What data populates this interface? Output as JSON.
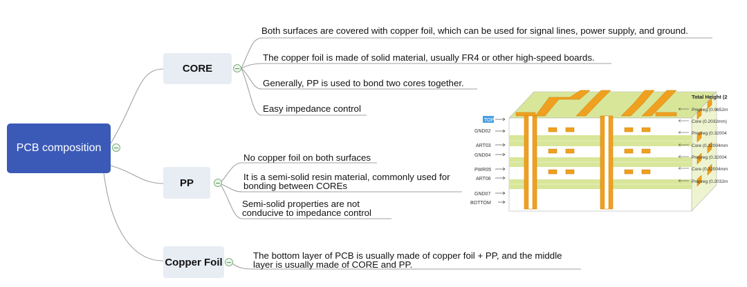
{
  "root": {
    "label": "PCB composition"
  },
  "branches": [
    {
      "label": "CORE",
      "items": [
        "Both surfaces are covered with copper foil, which can be used for signal lines, power supply, and ground.",
        "The copper foil is made of solid material, usually FR4 or other high-speed boards.",
        "Generally, PP is used to bond two cores together.",
        "Easy impedance control"
      ]
    },
    {
      "label": "PP",
      "items": [
        "No copper foil on both surfaces",
        "It is a semi-solid resin material, commonly used for\nbonding between COREs",
        "Semi-solid properties are not\nconducive to impedance control"
      ]
    },
    {
      "label": "Copper Foil",
      "items": [
        "The bottom layer of PCB is usually made of copper foil + PP, and the middle\nlayer is usually made of CORE and PP."
      ]
    }
  ],
  "stackup": {
    "total_height_label": "Total Height (2",
    "left_labels": [
      "TOP",
      "GND02",
      "ART03",
      "GND04",
      "PWR05",
      "ART06",
      "GND07",
      "BOTTOM"
    ],
    "right_labels": [
      "Prepreg (0.9652m",
      "Core (0.2032mm)",
      "Prepreg (0.32004",
      "Core (0.32004mm",
      "Prepreg (0.32004",
      "Core (0.32004mm",
      "Prepreg (0.2032m"
    ],
    "colors": {
      "copper": "#f0a020",
      "laminate": "#d8e69a",
      "core": "#ffffff",
      "highlight": "#4a9fe0"
    }
  }
}
